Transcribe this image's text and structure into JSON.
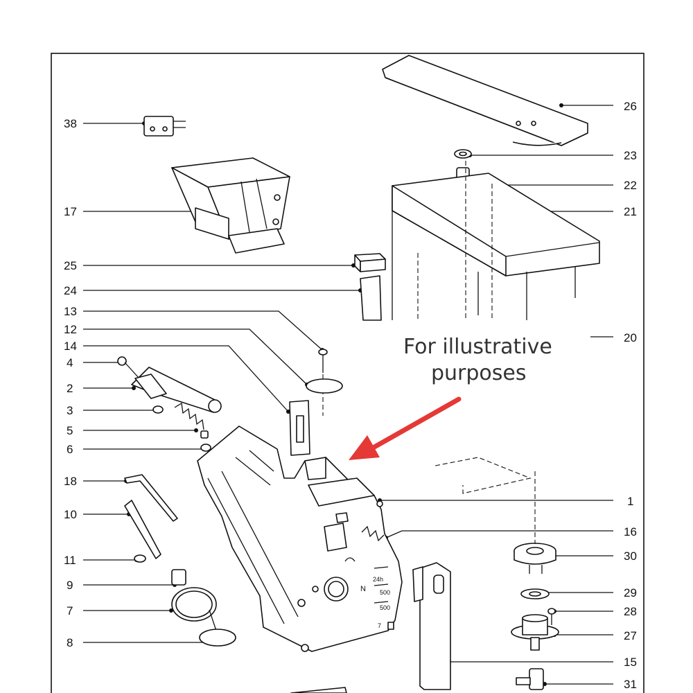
{
  "diagram": {
    "title": "Exploded parts diagram",
    "note_line1": "For illustrative",
    "note_line2": "purposes",
    "arrow_color": "#e53935",
    "callouts": {
      "n38": "38",
      "n17": "17",
      "n25": "25",
      "n24": "24",
      "n13": "13",
      "n12": "12",
      "n14": "14",
      "n4": "4",
      "n2": "2",
      "n3": "3",
      "n5": "5",
      "n6": "6",
      "n18": "18",
      "n10": "10",
      "n11": "11",
      "n9": "9",
      "n7": "7",
      "n8": "8",
      "n26": "26",
      "n23": "23",
      "n22": "22",
      "n21": "21",
      "n20": "20",
      "n1": "1",
      "n16": "16",
      "n30": "30",
      "n29": "29",
      "n28": "28",
      "n27": "27",
      "n15": "15",
      "n31": "31"
    },
    "panel_labels": {
      "label_24h": "24h",
      "label_500a": "500",
      "label_500b": "500",
      "label_n": "N",
      "label_7": "7"
    }
  }
}
